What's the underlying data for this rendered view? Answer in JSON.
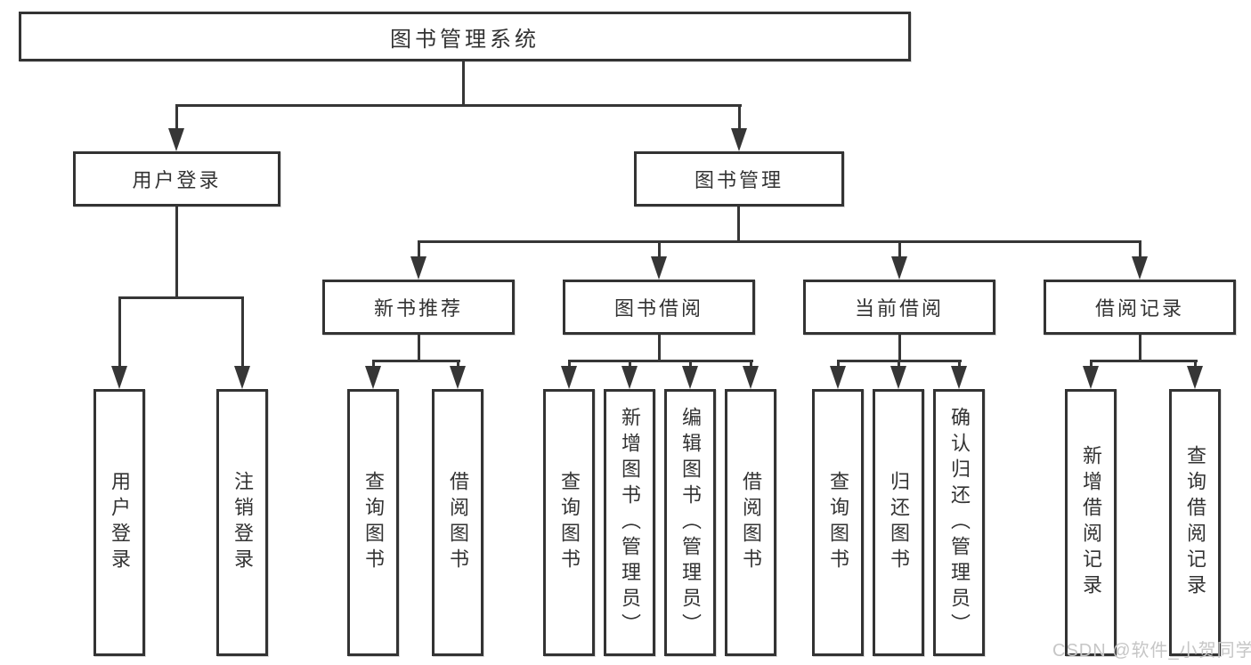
{
  "diagram": {
    "root": "图书管理系统",
    "level2": [
      "用户登录",
      "图书管理"
    ],
    "level3": [
      "新书推荐",
      "图书借阅",
      "当前借阅",
      "借阅记录"
    ],
    "leaves": {
      "user_login": [
        "用户登录",
        "注销登录"
      ],
      "new_books": [
        "查询图书",
        "借阅图书"
      ],
      "book_borrowing": [
        "查询图书",
        "新增图书（管理员）",
        "编辑图书（管理员）",
        "借阅图书"
      ],
      "current_borrowing": [
        "查询图书",
        "归还图书",
        "确认归还（管理员）"
      ],
      "borrow_records": [
        "新增借阅记录",
        "查询借阅记录"
      ]
    },
    "colors": {
      "line": "#363636",
      "border": "#333333",
      "text": "#333333",
      "background": "#ffffff",
      "watermark": "#c6c6c6"
    },
    "watermark": "CSDN @软件_小贺同学"
  }
}
